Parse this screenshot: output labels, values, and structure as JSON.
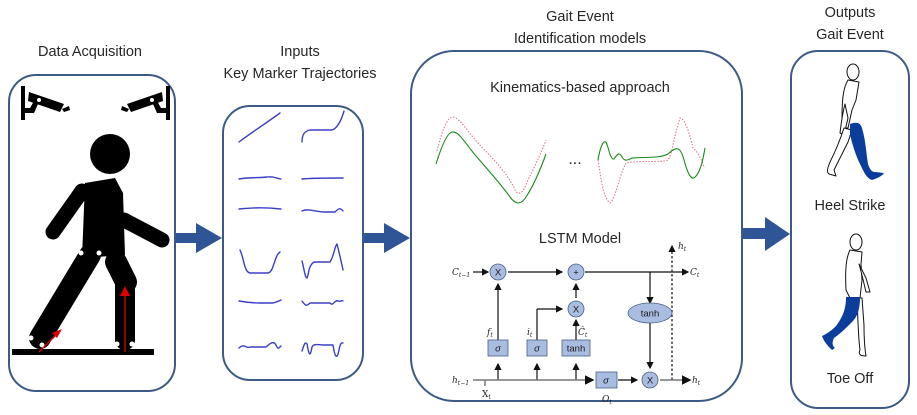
{
  "stages": [
    {
      "id": "data-acquisition",
      "title_lines": [
        "Data Acquisition"
      ]
    },
    {
      "id": "inputs",
      "title_lines": [
        "Inputs",
        "Key Marker Trajectories"
      ]
    },
    {
      "id": "models",
      "title_lines": [
        "Gait Event",
        "Identification models"
      ]
    },
    {
      "id": "outputs",
      "title_lines": [
        "Outputs",
        "Gait Event"
      ]
    }
  ],
  "models": {
    "kinematics_title": "Kinematics-based approach",
    "ellipsis": "...",
    "lstm_title": "LSTM Model",
    "lstm": {
      "c_prev": "C",
      "c_prev_sub": "t−1",
      "c_next": "C",
      "c_next_sub": "t",
      "h_prev": "h",
      "h_prev_sub": "t−1",
      "h_next": "h",
      "h_next_sub": "t",
      "h_top": "h",
      "h_top_sub": "t",
      "x_in": "X",
      "x_in_sub": "t",
      "forget_label": "f",
      "forget_sub": "t",
      "input_label": "i",
      "input_sub": "t",
      "cand_label": "Ĉ",
      "cand_sub": "t",
      "output_label": "O",
      "output_sub": "t",
      "sigma": "σ",
      "tanh": "tanh",
      "mult": "X",
      "plus": "+"
    }
  },
  "outputs": {
    "events": [
      "Heel Strike",
      "Toe Off"
    ]
  },
  "colors": {
    "panel_border": "#3b5a86",
    "flow_arrow": "#2f5597",
    "trajectory": "#3b3fc4",
    "curve_green": "#1a8a1a",
    "curve_red": "#e07a8a",
    "gate_fill": "#a9bde0",
    "leg_highlight": "#0b3d9c",
    "marker_vector": "#e00000"
  }
}
